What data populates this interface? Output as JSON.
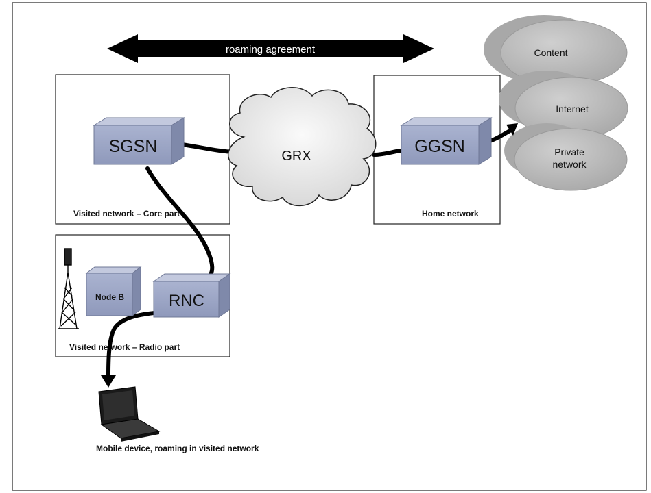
{
  "title": "",
  "arrow": {
    "label": "roaming agreement"
  },
  "nodes": {
    "sgsn": "SGSN",
    "ggsn": "GGSN",
    "rnc": "RNC",
    "node_b": "Node B",
    "grx": "GRX"
  },
  "regions": {
    "core": "Visited network – Core part",
    "radio": "Visited network – Radio part",
    "home": "Home network"
  },
  "services": {
    "content": "Content",
    "internet": "Internet",
    "private_line1": "Private",
    "private_line2": "network"
  },
  "device": {
    "caption": "Mobile device, roaming in visited network"
  },
  "colors": {
    "box_front": "#9ea8c8",
    "box_top": "#c3c9de",
    "box_side": "#7f89aa",
    "ellipse": "#b8b8b8",
    "cloud": "#e6e6e6",
    "line": "#000000"
  }
}
